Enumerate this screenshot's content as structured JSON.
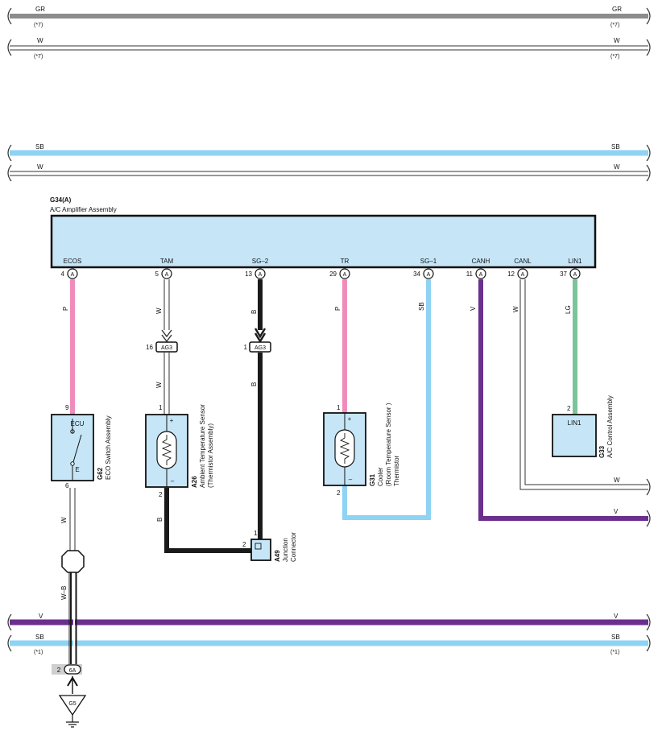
{
  "colors": {
    "gray": "#8c8c8c",
    "sky_blue": "#8fd3f4",
    "pink": "#f08cbc",
    "violet": "#6b2f8e",
    "light_green": "#7cc49a",
    "black": "#1a1a1a",
    "component_fill": "#c6e6f8"
  },
  "buses": {
    "gr_top": {
      "left": "GR",
      "right": "GR",
      "note_left": "(*7)",
      "note_right": "(*7)"
    },
    "w_top": {
      "left": "W",
      "right": "W",
      "note_left": "(*7)",
      "note_right": "(*7)"
    },
    "sb_mid": {
      "left": "SB",
      "right": "SB"
    },
    "w_mid": {
      "left": "W",
      "right": "W"
    },
    "v_bottom": {
      "left": "V",
      "right": "V"
    },
    "sb_bottom": {
      "left": "SB",
      "right": "SB",
      "note_left": "(*1)",
      "note_right": "(*1)"
    }
  },
  "amplifier": {
    "code": "G34(A)",
    "name": "A/C Amplifier Assembly",
    "terminals": [
      {
        "label": "ECOS",
        "pin": "4",
        "conn": "A"
      },
      {
        "label": "TAM",
        "pin": "5",
        "conn": "A"
      },
      {
        "label": "SG–2",
        "pin": "13",
        "conn": "A"
      },
      {
        "label": "TR",
        "pin": "29",
        "conn": "A"
      },
      {
        "label": "SG–1",
        "pin": "34",
        "conn": "A"
      },
      {
        "label": "CANH",
        "pin": "11",
        "conn": "A"
      },
      {
        "label": "CANL",
        "pin": "12",
        "conn": "A"
      },
      {
        "label": "LIN1",
        "pin": "37",
        "conn": "A"
      }
    ]
  },
  "wires": {
    "ecos": "P",
    "tam_upper": "W",
    "tam_lower": "W",
    "sg2_upper": "B",
    "sg2_lower": "B",
    "tr": "P",
    "sg1": "SB",
    "canh": "V",
    "canl": "W",
    "lin1": "LG",
    "eco_ground": "W",
    "eco_ground_lower": "W–B",
    "a26_to_a49": "B",
    "canl_out": "W",
    "canh_out": "V"
  },
  "connectors": {
    "ag3_tam": {
      "pin": "16",
      "name": "AG3"
    },
    "ag3_sg2": {
      "pin": "1",
      "name": "AG3"
    },
    "ground_junction": {
      "pin": "2",
      "name": "6A"
    }
  },
  "eco_switch": {
    "code": "G62",
    "name": "ECO Switch Assembly",
    "term_top": "ECU",
    "term_bottom": "E",
    "pin_top": "9",
    "pin_bottom": "6"
  },
  "ambient_sensor": {
    "code": "A26",
    "name_line1": "Ambient Temperature Sensor",
    "name_line2": "(Thermistor Assembly)",
    "pin_top": "1",
    "pin_bottom": "2",
    "plus": "+",
    "minus": "–"
  },
  "cooler_sensor": {
    "code": "G31",
    "name_line1": "Cooler",
    "name_line2": "(Room Temperature Sensor )",
    "name_line3": "Thermistor",
    "pin_top": "1",
    "pin_bottom": "2",
    "plus": "+",
    "minus": "–"
  },
  "ac_control": {
    "code": "G33",
    "name": "A/C Control Assembly",
    "terminal": "LIN1",
    "pin": "2"
  },
  "junction": {
    "code": "A49",
    "name_line1": "Junction",
    "name_line2": "Connector",
    "pin_top": "1",
    "pin_left": "2"
  },
  "ground": {
    "name": "G5"
  }
}
